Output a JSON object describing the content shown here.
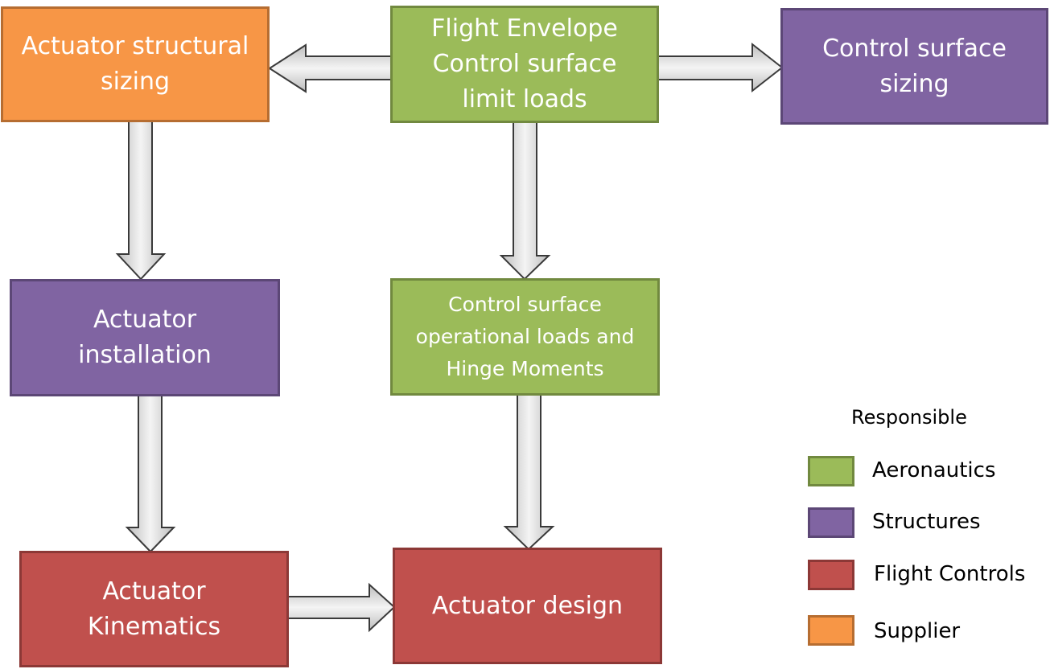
{
  "boxes": {
    "flight_envelope": "Flight Envelope\nControl surface\nlimit loads",
    "actuator_structural_sizing": "Actuator structural\nsizing",
    "control_surface_sizing": "Control surface\nsizing",
    "actuator_installation": "Actuator\ninstallation",
    "operational_loads": "Control surface\noperational loads and\nHinge Moments",
    "actuator_kinematics": "Actuator\nKinematics",
    "actuator_design": "Actuator design"
  },
  "legend": {
    "title": "Responsible",
    "items": [
      {
        "label": "Aeronautics",
        "color": "#9bbb59"
      },
      {
        "label": "Structures",
        "color": "#8064a2"
      },
      {
        "label": "Flight Controls",
        "color": "#c0504d"
      },
      {
        "label": "Supplier",
        "color": "#f79646"
      }
    ]
  }
}
